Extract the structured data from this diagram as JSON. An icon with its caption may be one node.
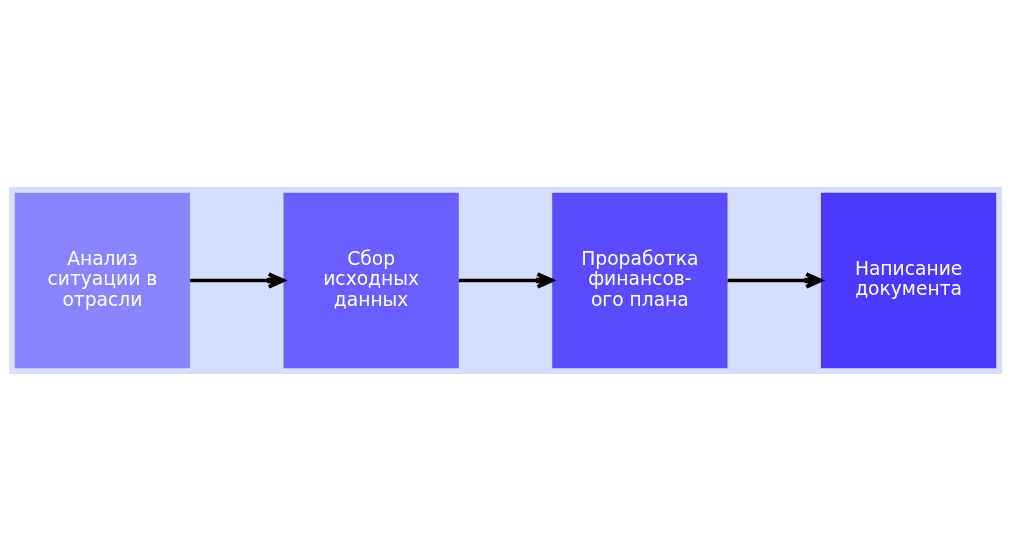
{
  "diagram": {
    "nodes": [
      {
        "text": [
          "Анализ ситуации в отрасли"
        ]
      },
      {
        "text": [
          "Сбор исходных данных"
        ]
      },
      {
        "text": [
          "Проработка финансов- ого плана"
        ]
      },
      {
        "text": [
          "Написание документа"
        ]
      }
    ],
    "edges": [
      {
        "from": 0,
        "to": 1,
        "arrow": "to"
      },
      {
        "from": 1,
        "to": 2,
        "arrow": "to"
      },
      {
        "from": 2,
        "to": 3,
        "arrow": "to"
      }
    ]
  }
}
